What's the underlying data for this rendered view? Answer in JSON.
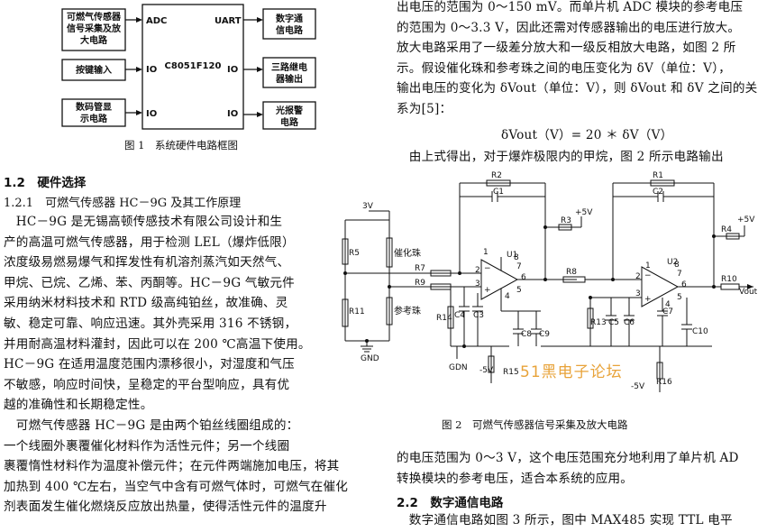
{
  "fig1": {
    "caption": "图 1　系统硬件电路框图",
    "mcu": "C8051F120",
    "block_gas": [
      "可燃气传感器",
      "信号采集及放",
      "大电路"
    ],
    "block_keys": "按键输入",
    "block_display": [
      "数码管显",
      "示电路"
    ],
    "block_comm": [
      "数字通",
      "信电路"
    ],
    "block_relay": [
      "三路继电",
      "器输出"
    ],
    "block_alarm": [
      "光报警",
      "电路"
    ],
    "port_adc": "ADC",
    "port_uart": "UART",
    "port_io": "IO"
  },
  "sections": {
    "h12": "1.2　硬件选择",
    "h121": "1.2.1　可燃气传感器 HC－9G 及其工作原理",
    "h22": "2.2　数字通信电路"
  },
  "left_paras": [
    "　HC－9G 是无锡高顿传感技术有限公司设计和生",
    "产的高温可燃气传感器，用于检测 LEL（爆炸低限）",
    "浓度级易燃易爆气和挥发性有机溶剂蒸汽如天然气、",
    "甲烷、已烷、乙烯、苯、丙酮等。HC－9G 气敏元件",
    "采用纳米材料技术和 RTD 级高纯铂丝，故准确、灵",
    "敏、稳定可靠、响应迅速。其外壳采用 316 不锈钢，",
    "并用耐高温材料灌封，因此可以在 200 ℃高温下使用。",
    "HC－9G 在适用温度范围内漂移很小，对湿度和气压",
    "不敏感，响应时间快，呈稳定的平台型响应，具有优",
    "越的准确性和长期稳定性。",
    "　可燃气传感器 HC－9G 是由两个铂丝线圈组成的：",
    "一个线圈外裹覆催化材料作为活性元件；另一个线圈",
    "裹覆惰性材料作为温度补偿元件；在元件两端施加电压，将其",
    "加热到 400 ℃左右，当空气中含有可燃气体时，可燃气在催化",
    "剂表面发生催化燃烧反应放出热量，使得活性元件的温度升"
  ],
  "right_paras_top": [
    "出电压的范围为 0～150 mV。而单片机 ADC 模块的参考电压",
    "的范围为 0～3.3 V，因此还需对传感器输出的电压进行放大。",
    "放大电路采用了一级差分放大和一级反相放大电路，如图 2 所",
    "示。假设催化珠和参考珠之间的电压变化为 δV（单位：V），",
    "输出电压的变化为 δVout（单位：V），则 δVout 和 δV 之间的关",
    "系为[5]："
  ],
  "formula": "δVout（V）= 20 ＊ δV（V）",
  "right_para_after_formula": "　由上式得出，对于爆炸极限内的甲烷，图 2 所示电路输出",
  "fig2": {
    "caption": "图 2　可燃气传感器信号采集及放大电路",
    "labels": {
      "v3": "3V",
      "r5": "R5",
      "r7": "R7",
      "r9": "R9",
      "r11": "R11",
      "cat": "催化珠",
      "ref": "参考珠",
      "gnd": "GND",
      "gdn": "GDN",
      "r1": "R1",
      "r2": "R2",
      "c1": "C1",
      "c2": "C2",
      "r3": "R3",
      "r4": "R4",
      "p5v_1": "+5V",
      "p5v_2": "+5V",
      "u1": "U1",
      "u2": "U2",
      "r8": "R8",
      "r10": "R10",
      "vout": "Vout",
      "r14": "R14",
      "c4": "C4",
      "c3": "C3",
      "c8": "C8",
      "c9": "C9",
      "r13": "R13",
      "c5": "C5",
      "c6": "C6",
      "c7": "C7",
      "c10": "C10",
      "r15": "R15",
      "r16": "R16",
      "m5v_1": "-5V",
      "m5v_2": "-5V",
      "pin1": "1",
      "pin2": "2",
      "pin3": "3",
      "pin4": "4",
      "pin5": "5",
      "pin6": "6",
      "pin7": "7",
      "pin8": "8",
      "minus": "−",
      "plus": "+"
    }
  },
  "watermark": "51黑电子论坛",
  "right_paras_bottom": [
    "的电压范围为 0～3 V，这个电压范围充分地利用了单片机 AD",
    "转换模块的参考电压，适合本系统的应用。"
  ],
  "right_para_end": "　数字通信电路如图 3 所示，图中 MAX485 实现 TTL 电平"
}
